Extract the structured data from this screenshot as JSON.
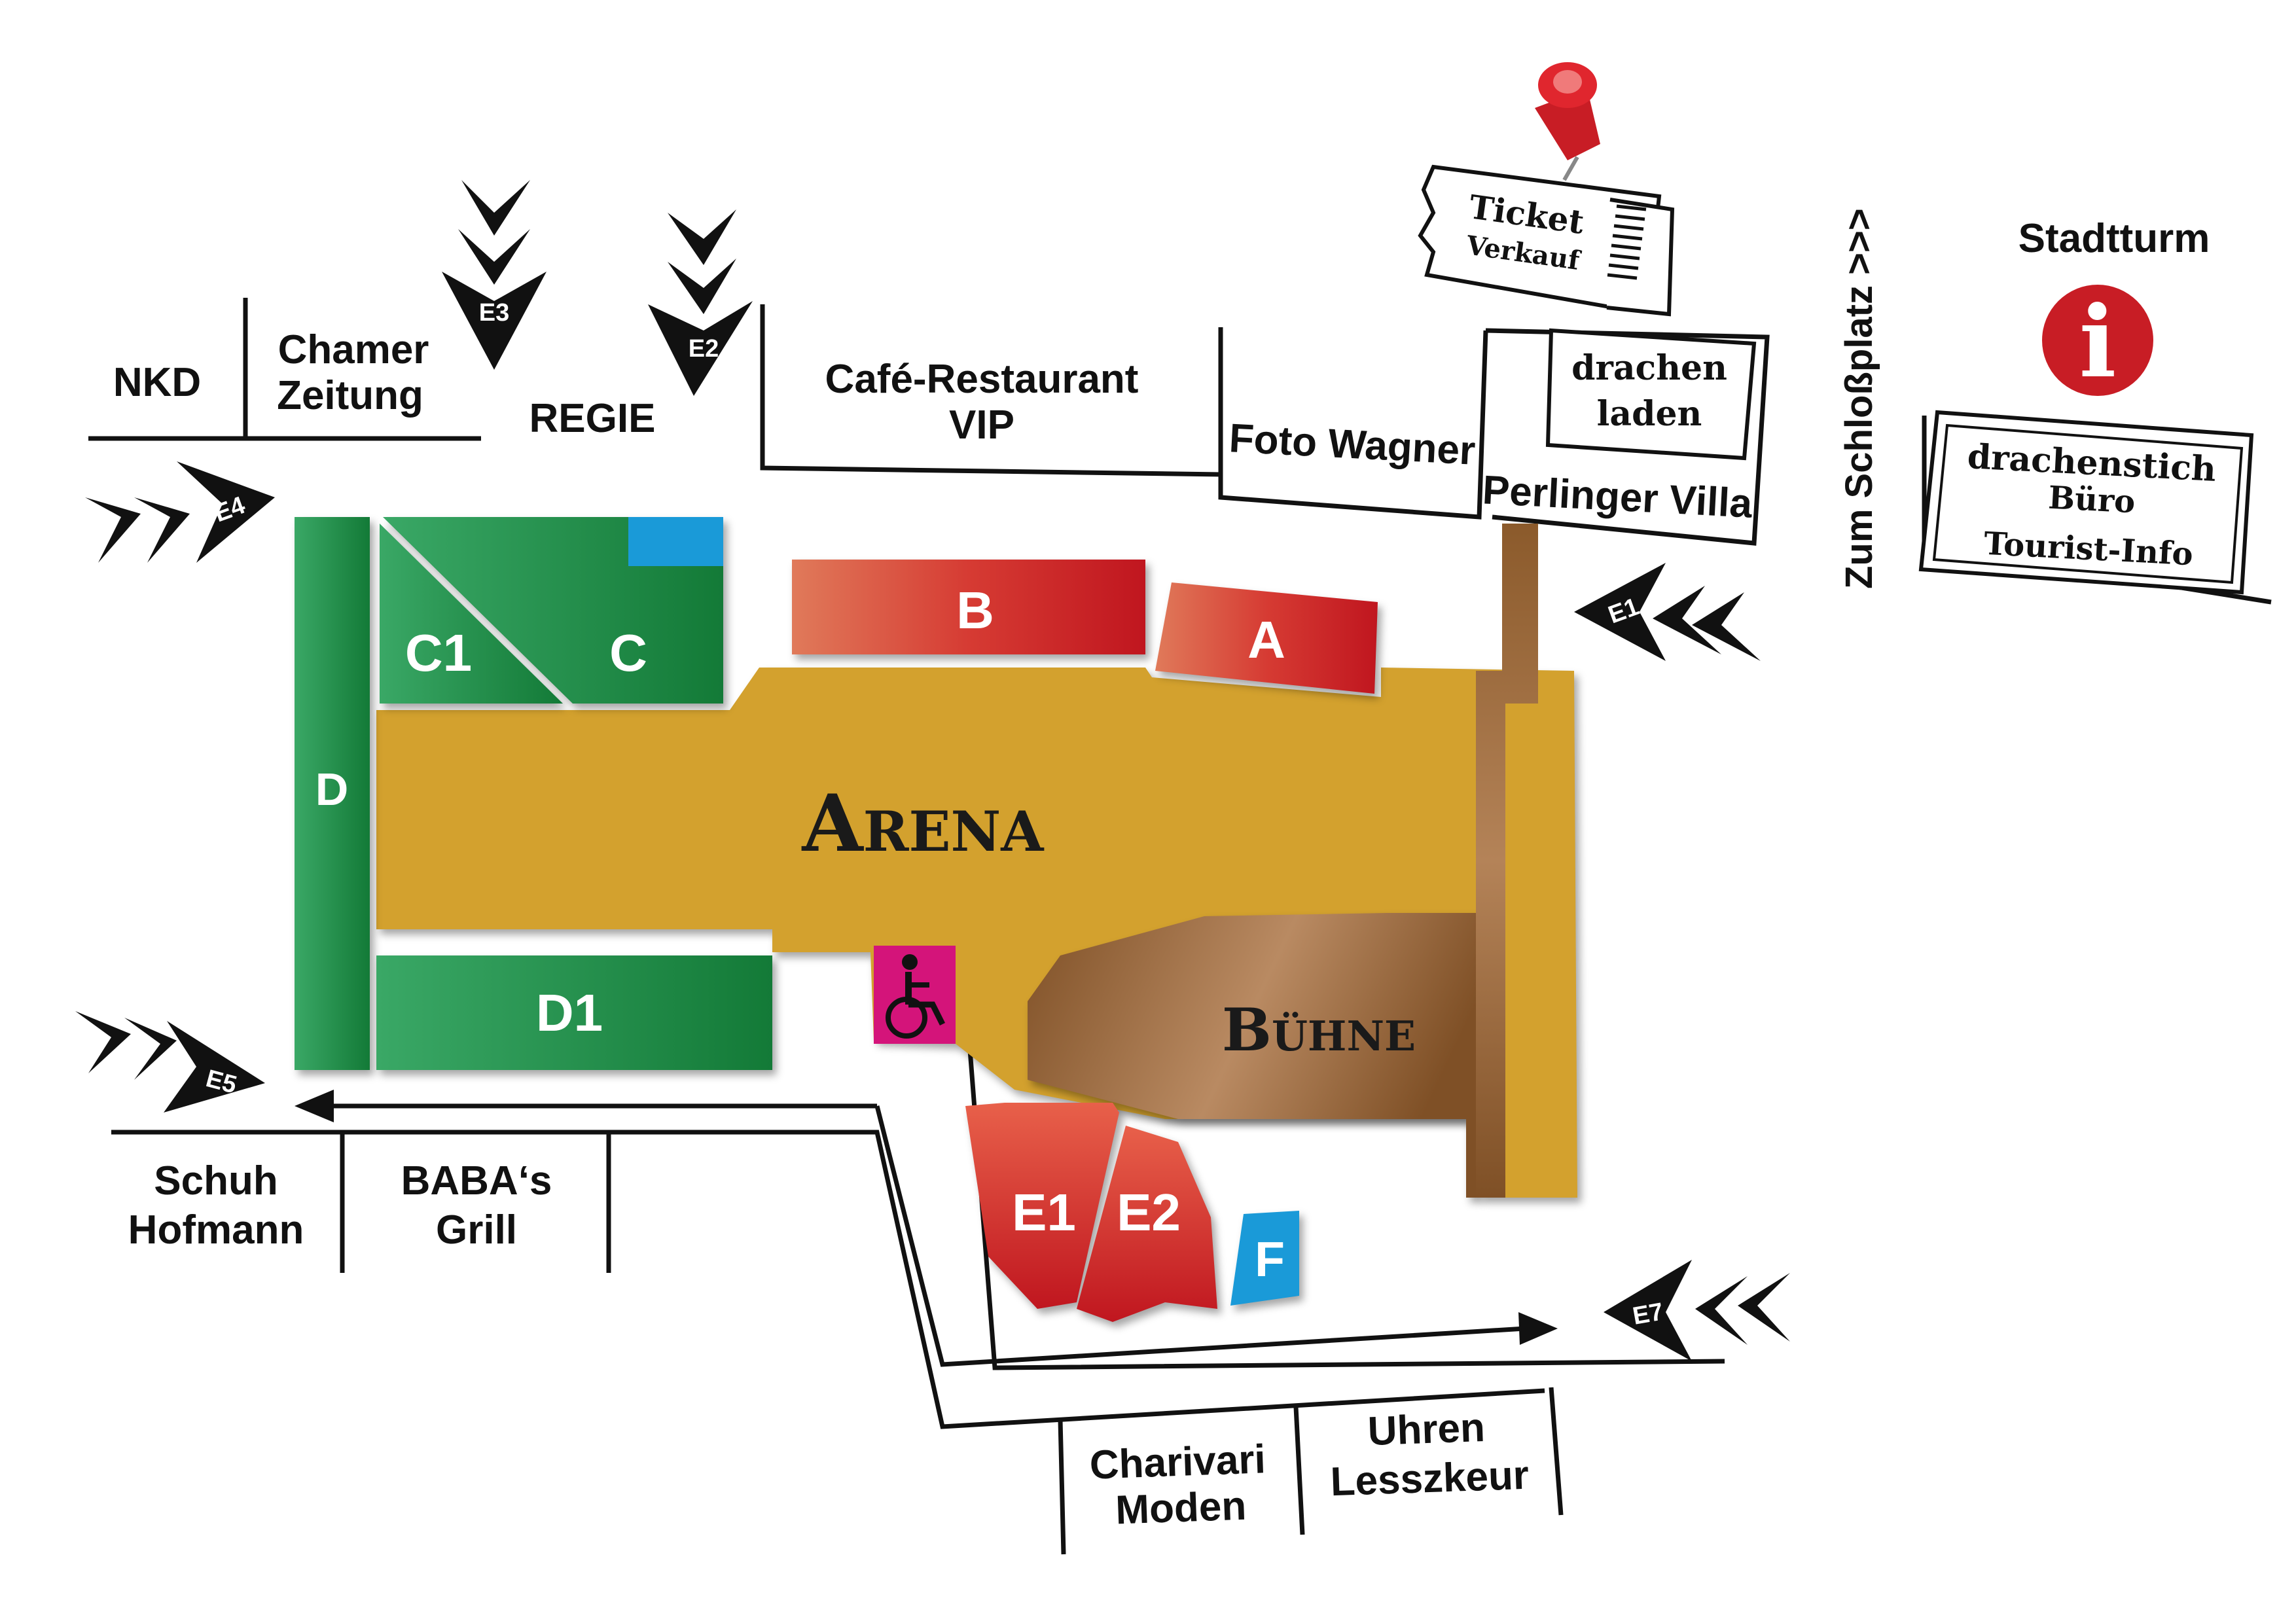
{
  "map": {
    "arena_label": "Arena",
    "stage_label": "Bühne",
    "info_glyph": "i"
  },
  "blocks": {
    "A": "A",
    "B": "B",
    "C": "C",
    "C1": "C1",
    "D": "D",
    "D1": "D1",
    "E1": "E1",
    "E2": "E2",
    "F": "F"
  },
  "entrances": {
    "E1": "E1",
    "E2": "E2",
    "E3": "E3",
    "E4": "E4",
    "E5": "E5",
    "E7": "E7"
  },
  "buildings": {
    "nkd": "NKD",
    "chamer_1": "Chamer",
    "chamer_2": "Zeitung",
    "regie": "REGIE",
    "cafe_1": "Café-Restaurant",
    "cafe_2": "VIP",
    "foto_wagner": "Foto Wagner",
    "perlinger_villa": "Perlinger Villa",
    "stadtturm": "Stadtturm",
    "schuh_1": "Schuh",
    "schuh_2": "Hofmann",
    "baba_1": "BABA‘s",
    "baba_2": "Grill",
    "charivari_1": "Charivari",
    "charivari_2": "Moden",
    "uhren_1": "Uhren",
    "uhren_2": "Lesszkeur"
  },
  "signs": {
    "ticket_1": "Ticket",
    "ticket_2": "Verkauf",
    "drachenladen_1": "drachen",
    "drachenladen_2": "laden",
    "buero_1": "drachenstich",
    "buero_2": "Büro",
    "buero_3": "Tourist-Info"
  },
  "directions": {
    "schlossplatz": "Zum Schloßplatz >>>"
  },
  "icons": {
    "wheelchair": "wheelchair-icon",
    "info": "info-icon",
    "pin": "pushpin-icon"
  },
  "colors": {
    "green": "#1d8a43",
    "red": "#c8202a",
    "blue": "#1a9ad8",
    "arena": "#d3a12e",
    "stage": "#8b5a2b",
    "magenta": "#d4147a",
    "info_red": "#c81d25"
  }
}
